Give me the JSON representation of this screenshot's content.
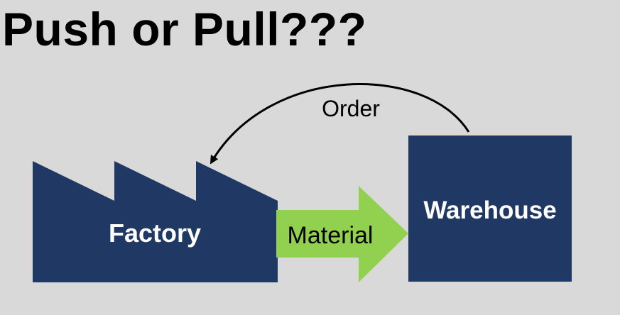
{
  "slide": {
    "title": "Push or Pull???"
  },
  "diagram": {
    "factory_label": "Factory",
    "warehouse_label": "Warehouse",
    "material_label": "Material",
    "order_label": "Order"
  },
  "colors": {
    "background": "#d9d9d9",
    "building_fill": "#1f3864",
    "arrow_fill": "#92d050",
    "text_dark": "#000000",
    "text_light": "#ffffff"
  }
}
